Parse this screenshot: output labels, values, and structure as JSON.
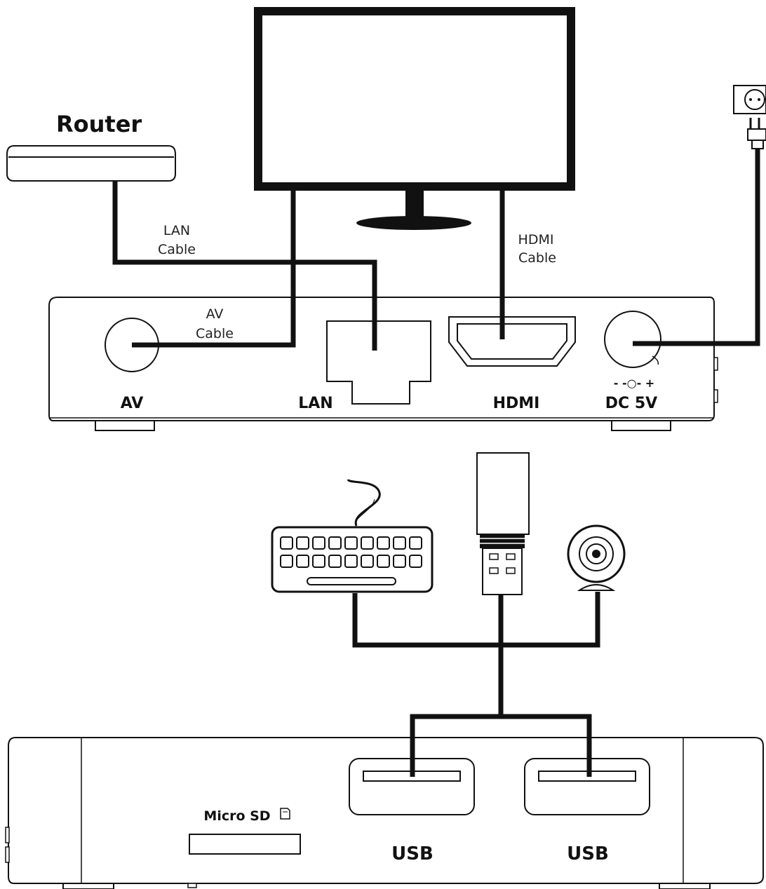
{
  "router": {
    "label": "Router"
  },
  "cables": {
    "lan": [
      "LAN",
      "Cable"
    ],
    "av": [
      "AV",
      "Cable"
    ],
    "hdmi": [
      "HDMI",
      "Cable"
    ]
  },
  "ports_back": {
    "av": "AV",
    "lan": "LAN",
    "hdmi": "HDMI",
    "dc": "DC 5V",
    "dc_polarity": "- -○- +"
  },
  "ports_front": {
    "micro_sd": "Micro SD",
    "usb_1": "USB",
    "usb_2": "USB"
  },
  "icons": [
    "tv-monitor-icon",
    "router-icon",
    "power-outlet-icon",
    "power-plug-icon",
    "keyboard-icon",
    "usb-flash-drive-icon",
    "webcam-icon",
    "sd-card-icon"
  ]
}
